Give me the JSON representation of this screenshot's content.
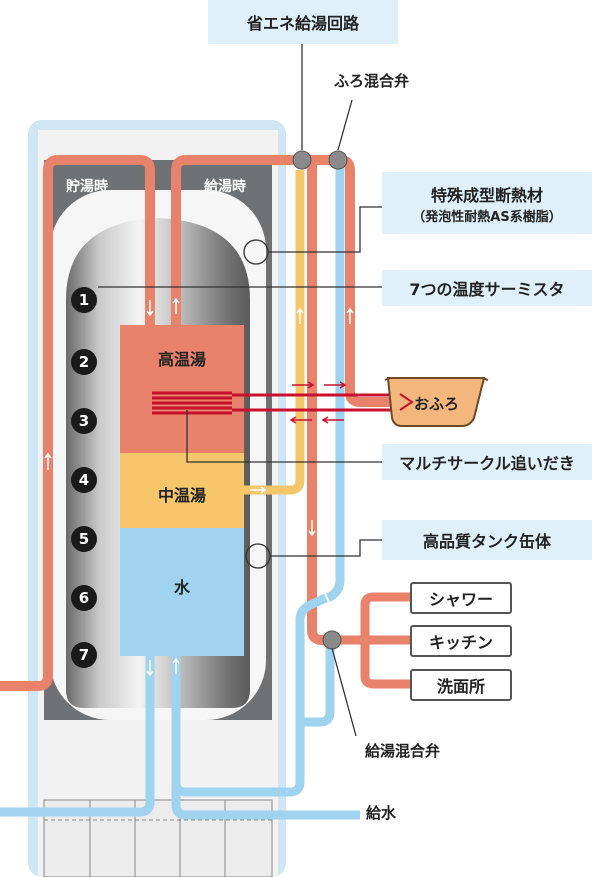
{
  "labels": {
    "eco_circuit": "省エネ給湯回路",
    "bath_valve": "ふろ混合弁",
    "insulation_title": "特殊成型断熱材",
    "insulation_sub": "（発泡性耐熱AS系樹脂）",
    "thermistor": "7つの温度サーミスタ",
    "bath": "おふろ",
    "reheat": "マルチサークル追いだき",
    "tank_body": "高品質タンク缶体",
    "shower": "シャワー",
    "kitchen": "キッチン",
    "washroom": "洗面所",
    "supply_valve": "給湯混合弁",
    "water_supply": "給水",
    "storing": "貯湯時",
    "supplying": "給湯時"
  },
  "tank_zones": {
    "high": "高温湯",
    "mid": "中温湯",
    "water": "水"
  },
  "sensors": [
    "1",
    "2",
    "3",
    "4",
    "5",
    "6",
    "7"
  ],
  "colors": {
    "hot": "#e8826b",
    "mid": "#f5c66a",
    "cold": "#9fd3f0",
    "label_box": "#dff0fa"
  }
}
